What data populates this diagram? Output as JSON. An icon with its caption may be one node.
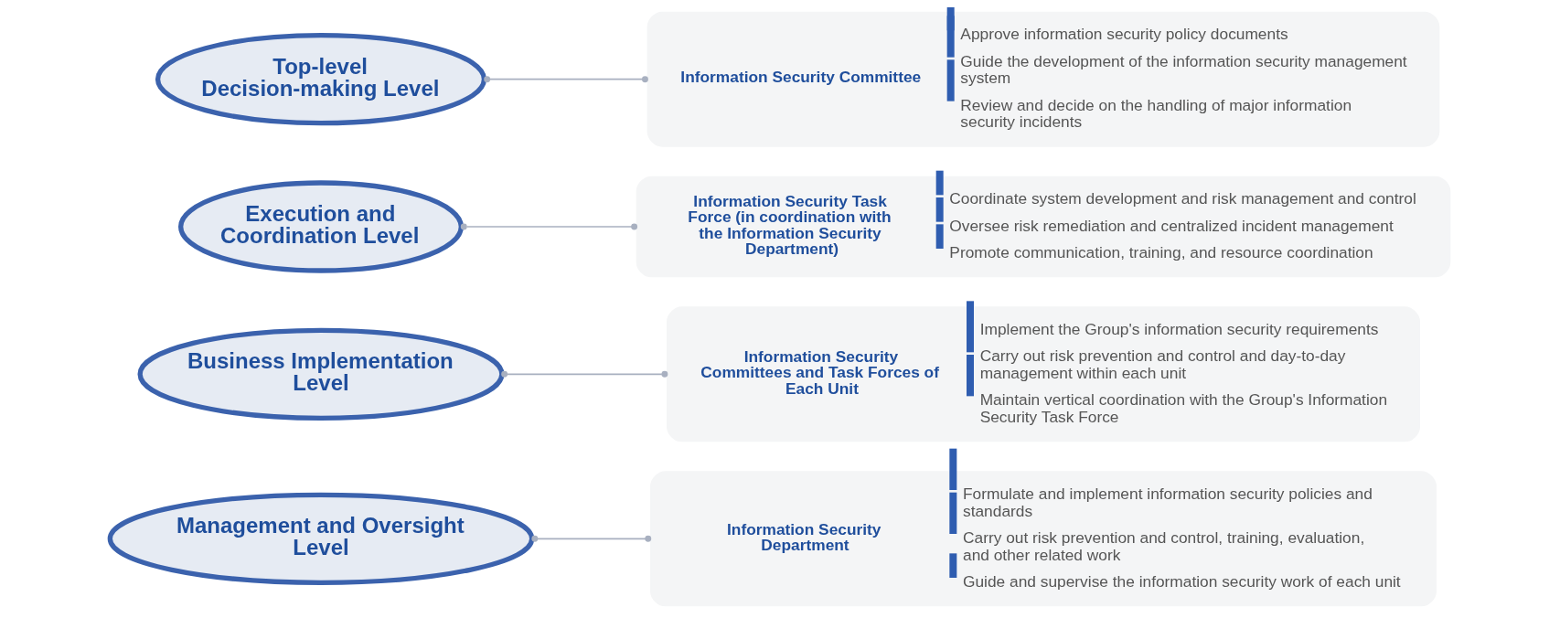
{
  "diagram": {
    "nodes": [
      {
        "text": [
          "Top-level Decision-making Level"
        ]
      },
      {
        "text": [
          "Information Security Committee",
          "Approve information security policy documents",
          "Guide the development of the information security management system",
          "Review and decide on the handling of major information security incidents"
        ]
      },
      {
        "text": [
          "Execution and Coordination Level"
        ]
      },
      {
        "text": [
          "Information Security Task Force (in coordination with the Information Security Department)",
          "Coordinate system development and risk management and control",
          "Oversee risk remediation and centralized incident management",
          "Promote communication, training, and resource coordination"
        ]
      },
      {
        "text": [
          "Business Implementation Level"
        ]
      },
      {
        "text": [
          "Information Security Committees and Task Forces of Each Unit",
          "Implement the Group's information security requirements",
          "Carry out risk prevention and control and day-to-day management within each unit",
          "Maintain vertical coordination with the Group's Information Security Task Force"
        ]
      },
      {
        "text": [
          "Management and Oversight Level"
        ]
      },
      {
        "text": [
          "Information Security Department",
          "Formulate and implement information security policies and standards",
          "Carry out risk prevention and control, training, evaluation, and other related work",
          "Guide and supervise the information security work of each unit"
        ]
      }
    ],
    "edges": [
      {
        "from": 0,
        "to": 1,
        "arrow": "other"
      },
      {
        "from": 2,
        "to": 3,
        "arrow": "other"
      },
      {
        "from": 4,
        "to": 5,
        "arrow": "other"
      },
      {
        "from": 6,
        "to": 7,
        "arrow": "other"
      }
    ]
  }
}
